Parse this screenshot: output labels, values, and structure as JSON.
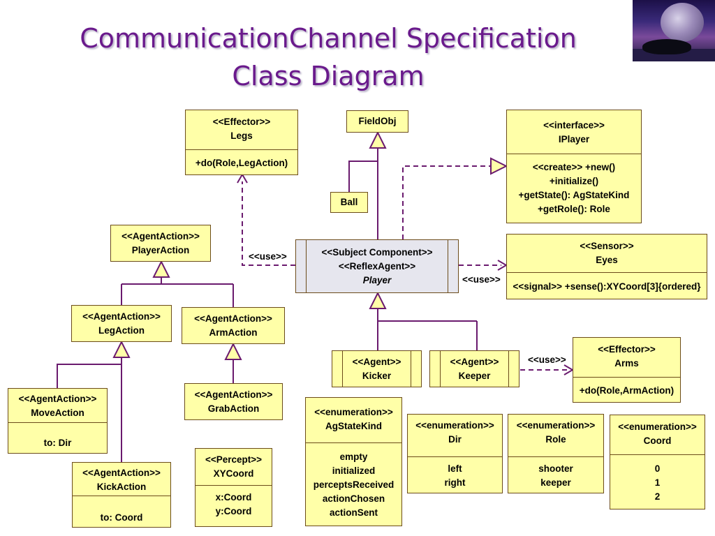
{
  "title": {
    "line1": "CommunicationChannel Specification",
    "line2": "Class Diagram"
  },
  "classes": {
    "legs": {
      "stereotype": "<<Effector>>",
      "name": "Legs",
      "op": "+do(Role,LegAction)"
    },
    "fieldobj": {
      "name": "FieldObj"
    },
    "ball": {
      "name": "Ball"
    },
    "iplayer": {
      "stereotype": "<<interface>>",
      "name": "IPlayer",
      "ops": [
        "<<create>> +new()",
        "+initialize()",
        "+getState(): AgStateKind",
        "+getRole(): Role"
      ]
    },
    "playeraction": {
      "stereotype": "<<AgentAction>>",
      "name": "PlayerAction"
    },
    "player": {
      "stereo1": "<<Subject Component>>",
      "stereo2": "<<ReflexAgent>>",
      "name": "Player"
    },
    "eyes": {
      "stereotype": "<<Sensor>>",
      "name": "Eyes",
      "op": "<<signal>> +sense():XYCoord[3]{ordered}"
    },
    "legaction": {
      "stereotype": "<<AgentAction>>",
      "name": "LegAction"
    },
    "armaction": {
      "stereotype": "<<AgentAction>>",
      "name": "ArmAction"
    },
    "kicker": {
      "stereotype": "<<Agent>>",
      "name": "Kicker"
    },
    "keeper": {
      "stereotype": "<<Agent>>",
      "name": "Keeper"
    },
    "arms": {
      "stereotype": "<<Effector>>",
      "name": "Arms",
      "op": "+do(Role,ArmAction)"
    },
    "moveaction": {
      "stereotype": "<<AgentAction>>",
      "name": "MoveAction",
      "attr": "to: Dir"
    },
    "grabaction": {
      "stereotype": "<<AgentAction>>",
      "name": "GrabAction"
    },
    "agstatekind": {
      "stereotype": "<<enumeration>>",
      "name": "AgStateKind",
      "values": [
        "empty",
        "initialized",
        "perceptsReceived",
        "actionChosen",
        "actionSent"
      ]
    },
    "dir": {
      "stereotype": "<<enumeration>>",
      "name": "Dir",
      "values": [
        "left",
        "right"
      ]
    },
    "role": {
      "stereotype": "<<enumeration>>",
      "name": "Role",
      "values": [
        "shooter",
        "keeper"
      ]
    },
    "coord": {
      "stereotype": "<<enumeration>>",
      "name": "Coord",
      "values": [
        "0",
        "1",
        "2"
      ]
    },
    "kickaction": {
      "stereotype": "<<AgentAction>>",
      "name": "KickAction",
      "attr": "to: Coord"
    },
    "xycoord": {
      "stereotype": "<<Percept>>",
      "name": "XYCoord",
      "attrs": [
        "x:Coord",
        "y:Coord"
      ]
    }
  },
  "labels": {
    "use1": "<<use>>",
    "use2": "<<use>>",
    "use3": "<<use>>"
  },
  "colors": {
    "box_fill": "#ffffa8",
    "line": "#6a1a6e",
    "title": "#6a1a8c",
    "player_fill": "#e6e6ee"
  }
}
